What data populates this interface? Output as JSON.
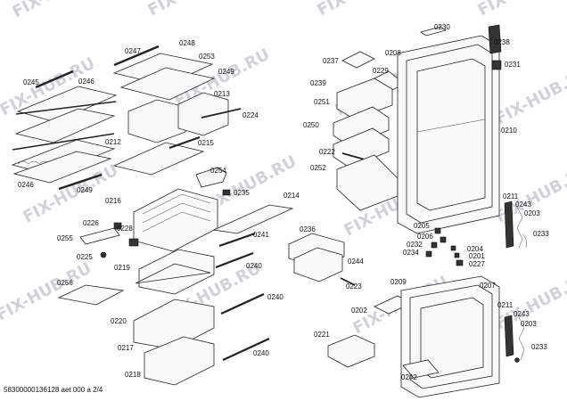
{
  "watermark": "FIX-HUB.RU",
  "footer": "58300000136128 aet 000 a 2/4",
  "labels": {
    "l0245": "0245",
    "l0246a": "0246",
    "l0212": "0212",
    "l0246b": "0246",
    "l0249a": "0249",
    "l0247": "0247",
    "l0248": "0248",
    "l0253": "0253",
    "l0249b": "0249",
    "l0213": "0213",
    "l0224": "0224",
    "l0215": "0215",
    "l0254": "0254",
    "l0235": "0235",
    "l0214": "0214",
    "l0216": "0216",
    "l0226": "0226",
    "l0228": "0228",
    "l0255": "0255",
    "l0225": "0225",
    "l0219": "0219",
    "l0241": "0241",
    "l0240a": "0240",
    "l0256": "0256",
    "l0220": "0220",
    "l0240b": "0240",
    "l0217": "0217",
    "l0218": "0218",
    "l0240c": "0240",
    "l0237": "0237",
    "l0229": "0229",
    "l0239": "0239",
    "l0251": "0251",
    "l0250": "0250",
    "l0222": "0222",
    "l0252": "0252",
    "l0208": "0208",
    "l0230": "0230",
    "l0238": "0238",
    "l0231": "0231",
    "l0210": "0210",
    "l0236": "0236",
    "l0244": "0244",
    "l0223": "0223",
    "l0205": "0205",
    "l0206": "0206",
    "l0232": "0232",
    "l0234": "0234",
    "l0204": "0204",
    "l0201": "0201",
    "l0227": "0227",
    "l0211a": "0211",
    "l0243a": "0243",
    "l0203a": "0203",
    "l0233a": "0233",
    "l0209": "0209",
    "l0207": "0207",
    "l0202": "0202",
    "l0221": "0221",
    "l0211b": "0211",
    "l0243b": "0243",
    "l0203b": "0203",
    "l0233b": "0233",
    "l0242": "0242"
  }
}
